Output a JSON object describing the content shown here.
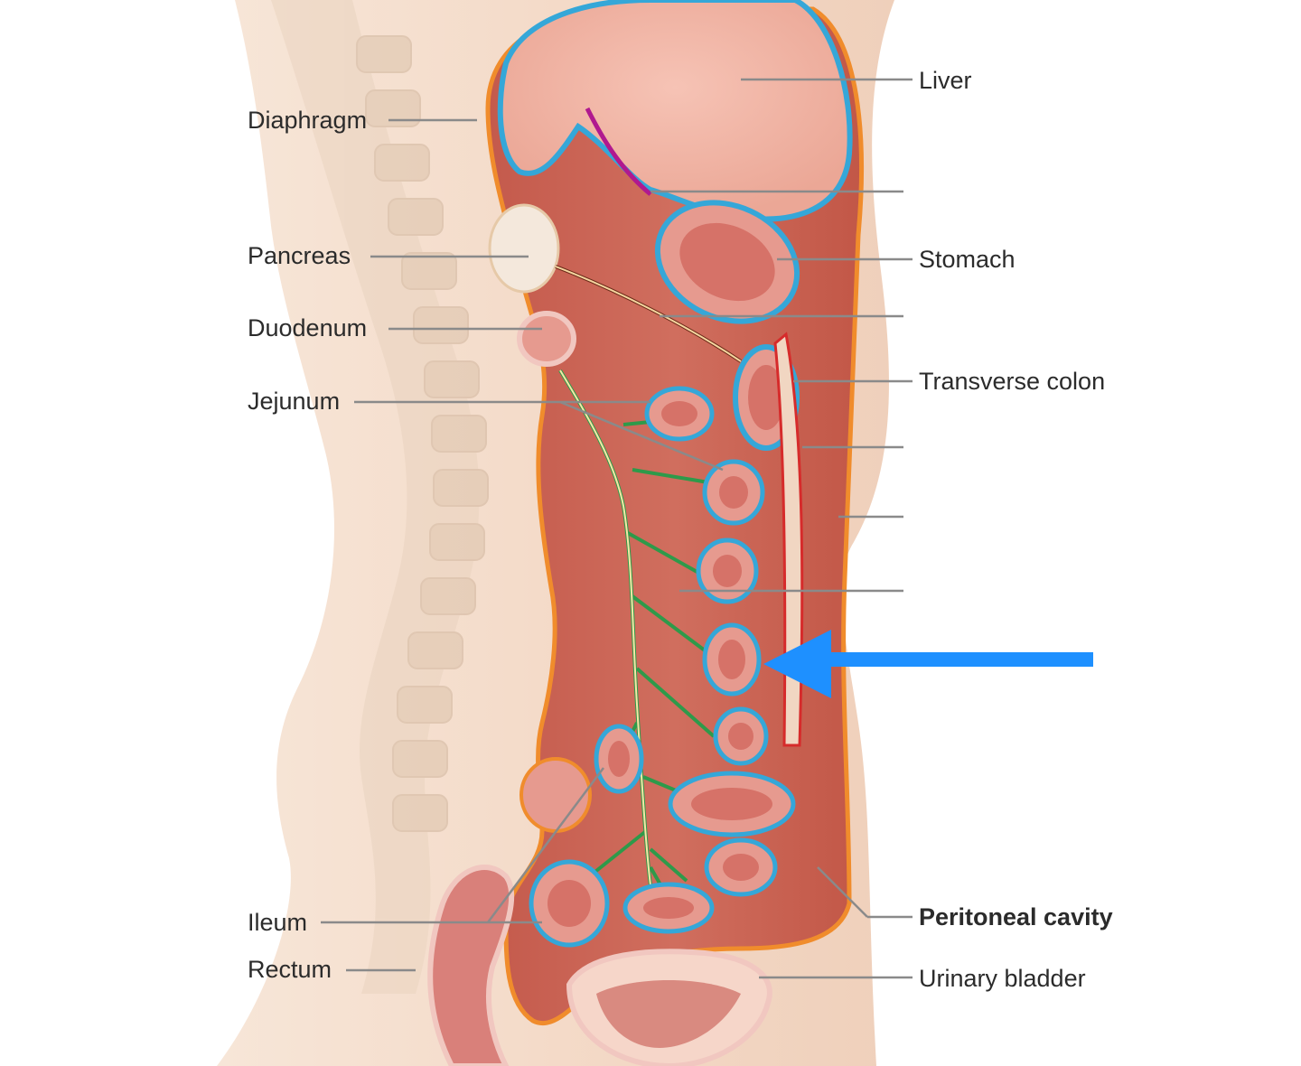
{
  "diagram": {
    "labels_left": [
      {
        "key": "diaphragm",
        "text": "Diaphragm"
      },
      {
        "key": "pancreas",
        "text": "Pancreas"
      },
      {
        "key": "duodenum",
        "text": "Duodenum"
      },
      {
        "key": "jejunum",
        "text": "Jejunum"
      },
      {
        "key": "ileum",
        "text": "Ileum"
      },
      {
        "key": "rectum",
        "text": "Rectum"
      }
    ],
    "labels_right": [
      {
        "key": "liver",
        "text": "Liver"
      },
      {
        "key": "stomach",
        "text": "Stomach"
      },
      {
        "key": "transverse_colon",
        "text": "Transverse colon"
      },
      {
        "key": "peritoneal_cavity",
        "text": "Peritoneal cavity"
      },
      {
        "key": "urinary_bladder",
        "text": "Urinary bladder"
      }
    ],
    "unlabeled_leader_count": 5,
    "arrow_color": "#1e90ff",
    "colors": {
      "skin": "#f3dccb",
      "cavity": "#c95e4e",
      "organ": "#e9a39a",
      "visceral_peritoneum": "#35a7d8",
      "parietal_peritoneum": "#f08c2c",
      "mesentery": "#2e9a4a"
    }
  }
}
